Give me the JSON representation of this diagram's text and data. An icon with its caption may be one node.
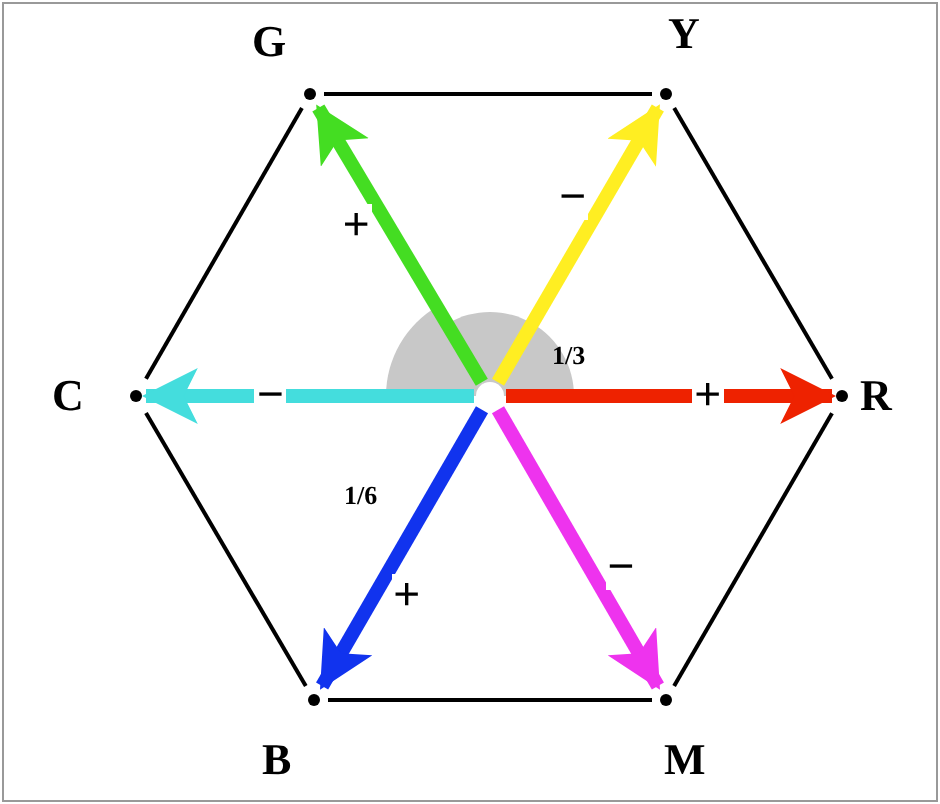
{
  "diagram": {
    "nodes": [
      {
        "text": [
          "G"
        ]
      },
      {
        "text": [
          "Y"
        ]
      },
      {
        "text": [
          "C"
        ]
      },
      {
        "text": [
          "R"
        ]
      },
      {
        "text": [
          "B"
        ]
      },
      {
        "text": [
          "M"
        ]
      },
      {
        "text": [],
        "shape": "circle"
      }
    ],
    "edges": [
      {
        "from": 0,
        "to": 1,
        "arrow": "none"
      },
      {
        "from": 1,
        "to": 3,
        "arrow": "none"
      },
      {
        "from": 3,
        "to": 5,
        "arrow": "none"
      },
      {
        "from": 5,
        "to": 4,
        "arrow": "none"
      },
      {
        "from": 4,
        "to": 2,
        "arrow": "none"
      },
      {
        "from": 2,
        "to": 0,
        "arrow": "none"
      },
      {
        "from": 6,
        "to": 0,
        "arrow": "to",
        "label": "+",
        "style": "thick",
        "color": "#44dd22"
      },
      {
        "from": 6,
        "to": 1,
        "arrow": "to",
        "label": "−",
        "style": "thick",
        "color": "#ffee22"
      },
      {
        "from": 6,
        "to": 3,
        "arrow": "to",
        "label": "+",
        "style": "thick",
        "color": "#ee2200"
      },
      {
        "from": 6,
        "to": 5,
        "arrow": "to",
        "label": "−",
        "style": "thick",
        "color": "#ee33ee"
      },
      {
        "from": 6,
        "to": 4,
        "arrow": "to",
        "label": "+",
        "style": "thick",
        "color": "#1133ee"
      },
      {
        "from": 6,
        "to": 2,
        "arrow": "to",
        "label": "−",
        "style": "thick",
        "color": "#44dddd"
      }
    ],
    "labels": [
      "1/3",
      "1/6"
    ]
  }
}
